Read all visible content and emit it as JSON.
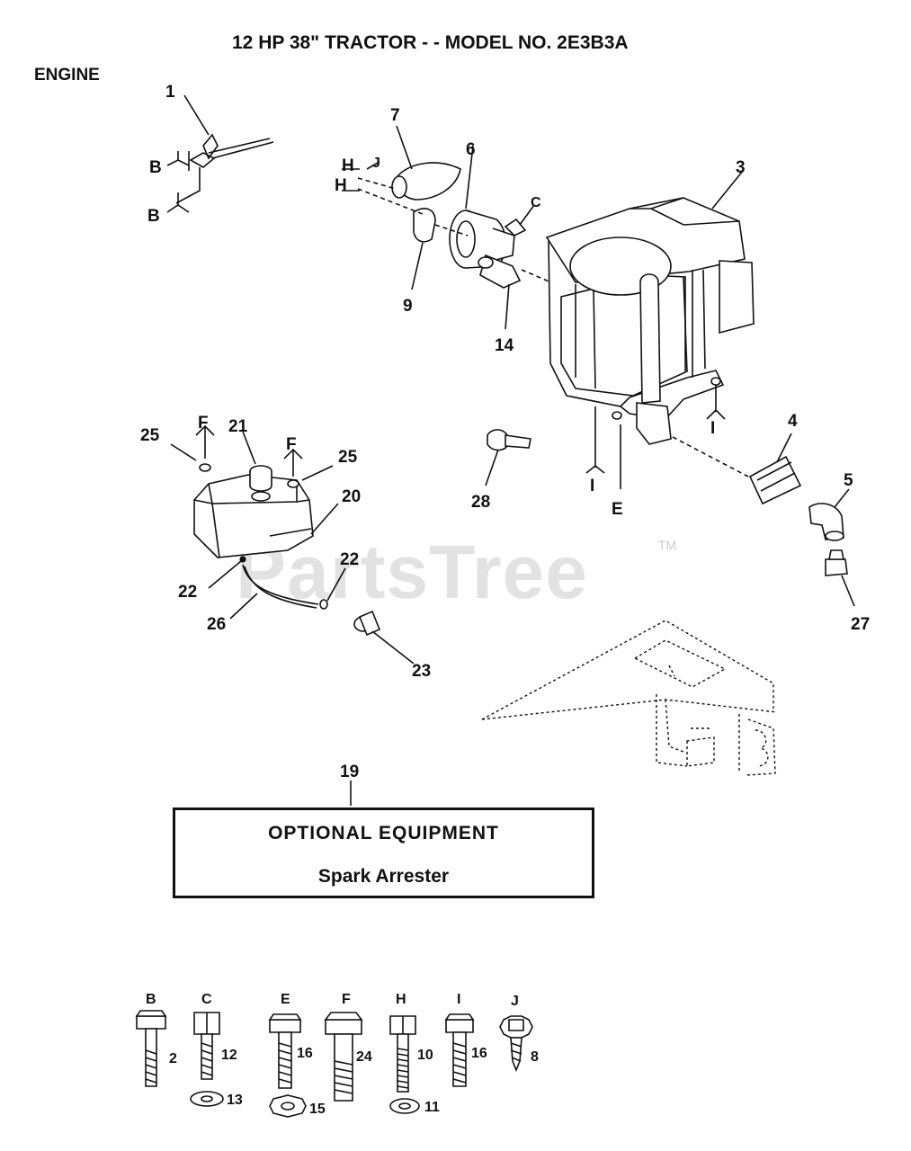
{
  "title": "12 HP 38\" TRACTOR - - MODEL NO.  2E3B3A",
  "section": "ENGINE",
  "watermark": {
    "brand": "PartsTree",
    "mark": "TM"
  },
  "callouts": [
    "1",
    "3",
    "4",
    "5",
    "6",
    "7",
    "9",
    "14",
    "20",
    "21",
    "22",
    "22",
    "23",
    "25",
    "25",
    "26",
    "27",
    "28",
    "19"
  ],
  "ref_letters": [
    "B",
    "B",
    "H",
    "H",
    "J",
    "C",
    "I",
    "I",
    "E",
    "F",
    "F"
  ],
  "optional_box": {
    "title": "OPTIONAL EQUIPMENT",
    "item": "Spark Arrester"
  },
  "hardware": [
    {
      "letter": "B",
      "bolt": "2"
    },
    {
      "letter": "C",
      "bolt": "12",
      "washer": "13"
    },
    {
      "letter": "E",
      "bolt": "16",
      "washer": "15"
    },
    {
      "letter": "F",
      "bolt": "24"
    },
    {
      "letter": "H",
      "bolt": "10",
      "washer": "11"
    },
    {
      "letter": "I",
      "bolt": "16"
    },
    {
      "letter": "J",
      "bolt": "8"
    }
  ]
}
